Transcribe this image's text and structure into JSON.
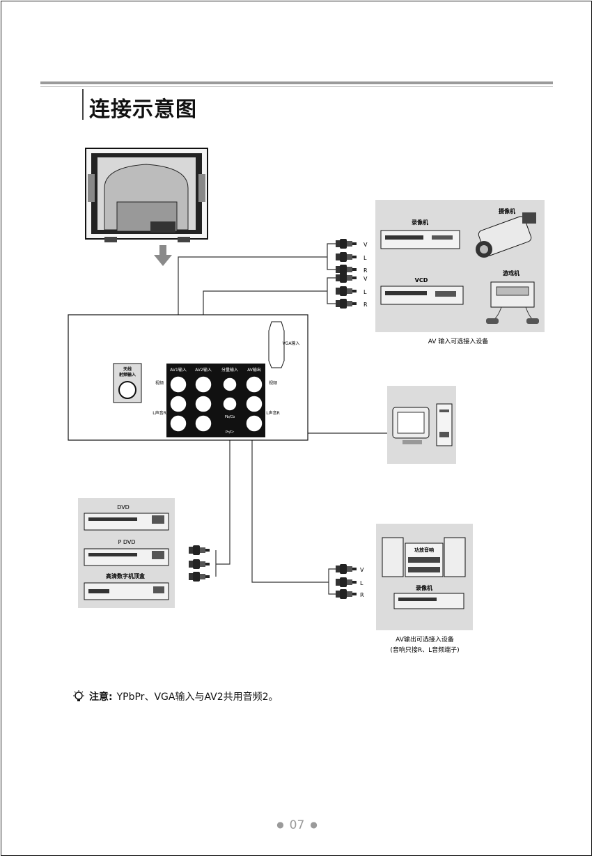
{
  "page_title": "连接示意图",
  "devices": {
    "vcr": "录像机",
    "camcorder": "摄像机",
    "vcd": "VCD",
    "game_console": "游戏机",
    "dvd": "DVD",
    "pdvd": "P DVD",
    "hd_set_top_box": "高清数字机顶盒",
    "amplifier": "功放音响",
    "recorder": "录像机"
  },
  "captions": {
    "av_input": "AV 输入可选接入设备",
    "av_output_line1": "AV输出可选接入设备",
    "av_output_line2": "(音响只接R、L音频端子)"
  },
  "panel": {
    "antenna_label_1": "天线",
    "antenna_label_2": "射频输入",
    "av1_label": "AV1输入",
    "av2_label": "AV2输入",
    "component_label": "分量输入",
    "avout_label": "AV输出",
    "video_side": "视频",
    "audio_side": "L声音R",
    "pb": "Pb/Cb",
    "pr": "Pr/Cr",
    "vga_label": "VGA输入"
  },
  "jacks": {
    "v": "V",
    "l": "L",
    "r": "R"
  },
  "note": {
    "prefix": "注意:",
    "text": "YPbPr、VGA输入与AV2共用音频2。"
  },
  "page_number": "07"
}
